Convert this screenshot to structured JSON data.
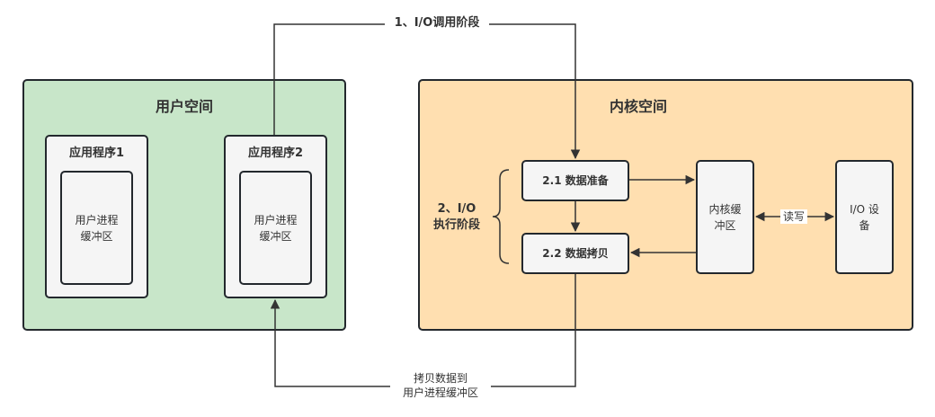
{
  "diagram": {
    "user_space": {
      "title": "用户空间",
      "apps": [
        {
          "title": "应用程序1",
          "buffer": "用户进程\n缓冲区"
        },
        {
          "title": "应用程序2",
          "buffer": "用户进程\n缓冲区"
        }
      ]
    },
    "kernel_space": {
      "title": "内核空间",
      "steps": [
        {
          "label": "2.1 数据准备"
        },
        {
          "label": "2.2 数据拷贝"
        }
      ],
      "kernel_buffer": "内核缓\n冲区",
      "io_device": "I/O 设\n备",
      "read_write_label": "读写",
      "exec_phase_label": "2、I/O\n执行阶段"
    },
    "edges": {
      "io_call": "1、I/O调用阶段",
      "copy_back": "拷贝数据到\n用户进程缓冲区"
    },
    "colors": {
      "user_space_fill": "#c8e6c9",
      "kernel_space_fill": "#ffdfb0",
      "node_fill": "#f5f5f5",
      "stroke": "#23282d"
    }
  }
}
